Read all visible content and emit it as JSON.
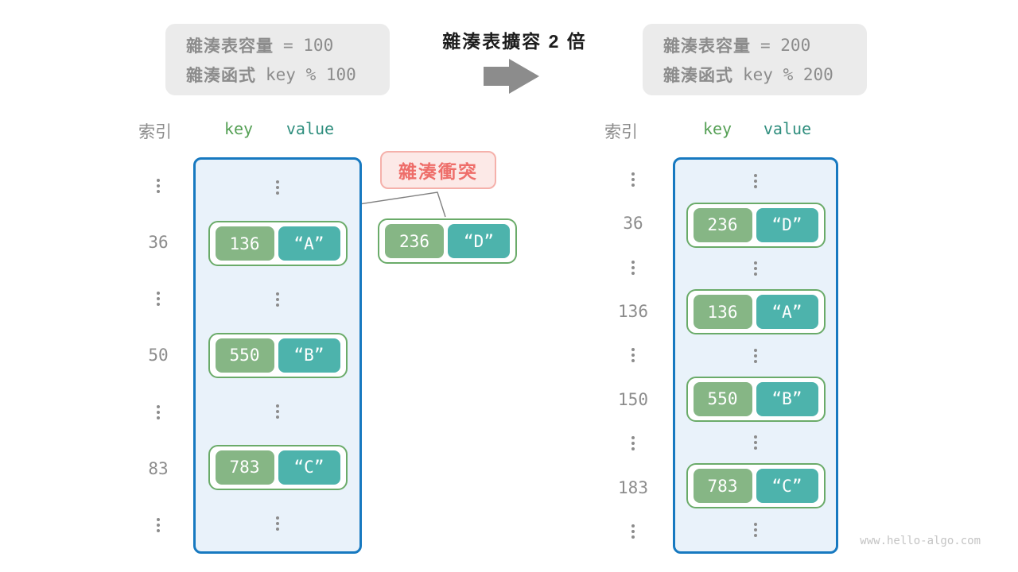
{
  "left_info": {
    "capacity_label": "雜湊表容量",
    "capacity_value": "= 100",
    "hash_label": "雜湊函式",
    "hash_value": "key % 100"
  },
  "right_info": {
    "capacity_label": "雜湊表容量",
    "capacity_value": "= 200",
    "hash_label": "雜湊函式",
    "hash_value": "key % 200"
  },
  "expand_title": "雜湊表擴容 2 倍",
  "headers": {
    "index": "索引",
    "key": "key",
    "value": "value"
  },
  "collision": {
    "label": "雜湊衝突",
    "pair": {
      "key": "236",
      "value": "“D”"
    }
  },
  "left_table": {
    "rows": [
      {
        "type": "dots"
      },
      {
        "type": "pair",
        "index": "36",
        "key": "136",
        "value": "“A”"
      },
      {
        "type": "dots"
      },
      {
        "type": "pair",
        "index": "50",
        "key": "550",
        "value": "“B”"
      },
      {
        "type": "dots"
      },
      {
        "type": "pair",
        "index": "83",
        "key": "783",
        "value": "“C”"
      },
      {
        "type": "dots"
      }
    ]
  },
  "right_table": {
    "rows": [
      {
        "type": "dots"
      },
      {
        "type": "pair",
        "index": "36",
        "key": "236",
        "value": "“D”"
      },
      {
        "type": "dots"
      },
      {
        "type": "pair",
        "index": "136",
        "key": "136",
        "value": "“A”"
      },
      {
        "type": "dots"
      },
      {
        "type": "pair",
        "index": "150",
        "key": "550",
        "value": "“B”"
      },
      {
        "type": "dots"
      },
      {
        "type": "pair",
        "index": "183",
        "key": "783",
        "value": "“C”"
      },
      {
        "type": "dots"
      }
    ]
  },
  "watermark": "www.hello-algo.com",
  "colors": {
    "table_border": "#1779c0",
    "table_bg": "#e9f2fa",
    "pair_border": "#6aab69",
    "key_bg": "#86b685",
    "value_bg": "#4db3ac",
    "header_key": "#55a055",
    "header_value": "#2f8e7e",
    "gray_text": "#8c8c8c",
    "info_box_bg": "#ebebeb",
    "collision_bg": "#fce9e7",
    "collision_border": "#f5b1ab",
    "collision_text": "#ee6e6a",
    "connector_line": "#808080",
    "watermark_text": "#c4c4c4"
  }
}
